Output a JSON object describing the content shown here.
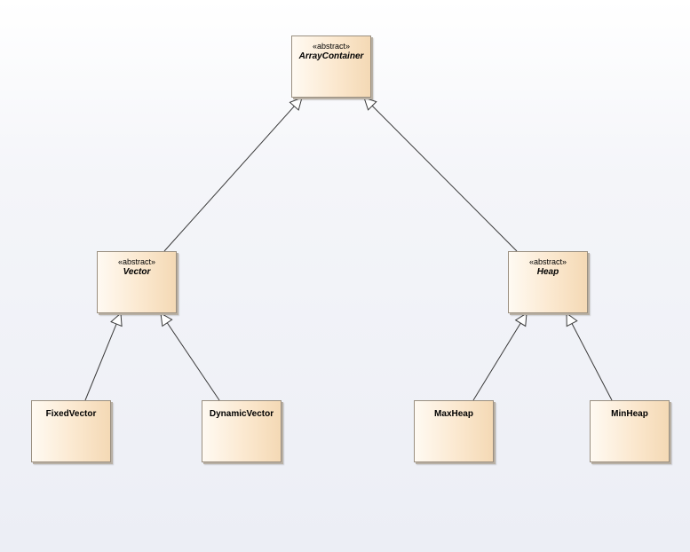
{
  "diagram": {
    "classes": [
      {
        "id": "array-container",
        "stereotype": "«abstract»",
        "name": "ArrayContainer",
        "abstract": true
      },
      {
        "id": "vector",
        "stereotype": "«abstract»",
        "name": "Vector",
        "abstract": true
      },
      {
        "id": "heap",
        "stereotype": "«abstract»",
        "name": "Heap",
        "abstract": true
      },
      {
        "id": "fixed-vector",
        "name": "FixedVector",
        "abstract": false
      },
      {
        "id": "dynamic-vector",
        "name": "DynamicVector",
        "abstract": false
      },
      {
        "id": "max-heap",
        "name": "MaxHeap",
        "abstract": false
      },
      {
        "id": "min-heap",
        "name": "MinHeap",
        "abstract": false
      }
    ],
    "generalizations": [
      {
        "child": "vector",
        "parent": "array-container"
      },
      {
        "child": "heap",
        "parent": "array-container"
      },
      {
        "child": "fixed-vector",
        "parent": "vector"
      },
      {
        "child": "dynamic-vector",
        "parent": "vector"
      },
      {
        "child": "max-heap",
        "parent": "heap"
      },
      {
        "child": "min-heap",
        "parent": "heap"
      }
    ],
    "colors": {
      "class_fill_light": "#fffaf2",
      "class_fill_dark": "#f4d9b5",
      "class_border": "#9a8f80",
      "edge": "#3a3a3a"
    }
  }
}
